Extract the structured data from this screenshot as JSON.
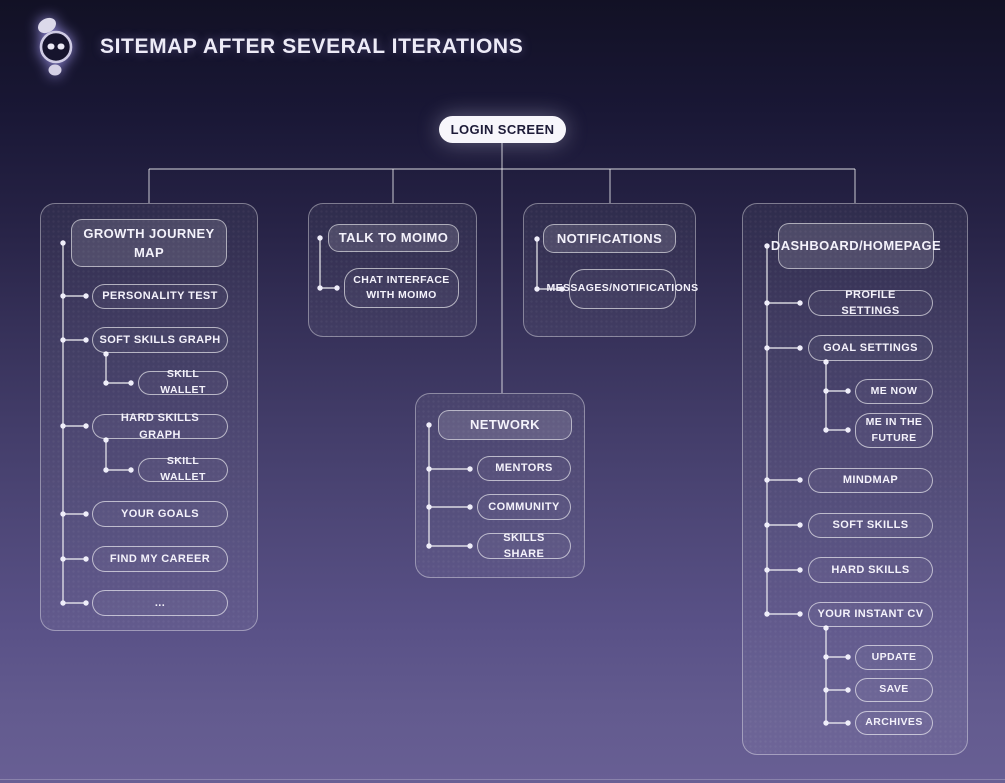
{
  "page": {
    "title": "SITEMAP AFTER SEVERAL ITERATIONS"
  },
  "colors": {
    "background_top": "#121125",
    "background_bottom": "#685f94",
    "node_text": "#f4f2fb",
    "login_pill_bg": "#f7f6fb",
    "login_text": "#1d1b38",
    "connector": "#ffffff"
  },
  "icons": {
    "logo": "robot-mascot-icon"
  },
  "tree": {
    "root": {
      "label": "LOGIN SCREEN"
    },
    "growth_journey": {
      "title": "GROWTH JOURNEY MAP",
      "personality_test": "PERSONALITY TEST",
      "soft_skills_graph": "SOFT SKILLS GRAPH",
      "soft_skills_wallet": "SKILL WALLET",
      "hard_skills_graph": "HARD SKILLS GRAPH",
      "hard_skills_wallet": "SKILL WALLET",
      "your_goals": "YOUR GOALS",
      "find_my_career": "FIND MY CAREER",
      "more": "..."
    },
    "talk_to_moimo": {
      "title": "TALK TO MOIMO",
      "chat_interface": "CHAT INTERFACE WITH MOIMO"
    },
    "notifications": {
      "title": "NOTIFICATIONS",
      "messages": "MESSAGES/NOTIFICATIONS"
    },
    "network": {
      "title": "NETWORK",
      "mentors": "MENTORS",
      "community": "COMMUNITY",
      "skills_share": "SKILLS SHARE"
    },
    "dashboard": {
      "title": "DASHBOARD/HOMEPAGE",
      "profile_settings": "PROFILE SETTINGS",
      "goal_settings": "GOAL SETTINGS",
      "me_now": "ME NOW",
      "me_in_future": "ME IN THE FUTURE",
      "mindmap": "MINDMAP",
      "soft_skills": "SOFT SKILLS",
      "hard_skills": "HARD SKILLS",
      "instant_cv": "YOUR INSTANT CV",
      "update": "UPDATE",
      "save": "SAVE",
      "archives": "ARCHIVES"
    }
  }
}
